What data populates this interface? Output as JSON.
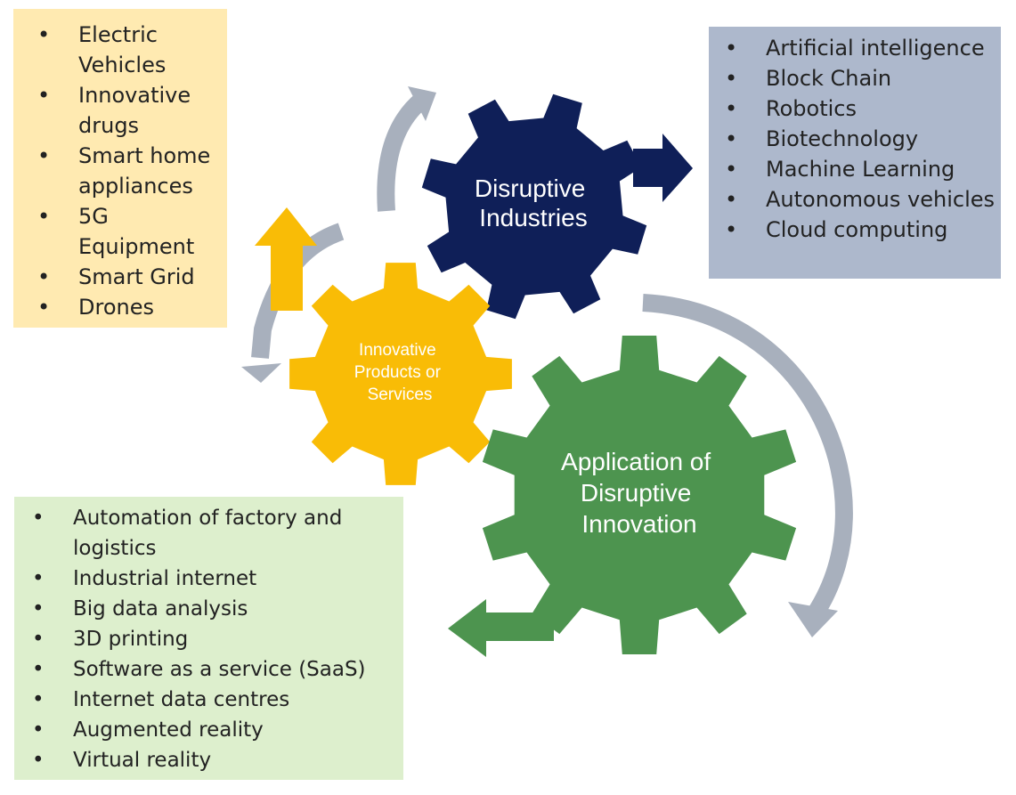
{
  "colors": {
    "products_box": "#ffeab1",
    "tech_box": "#adb8cc",
    "apps_box": "#ddefcd",
    "gear_disruptive": "#0f1f58",
    "gear_innovative": "#f9bc06",
    "gear_application": "#4d944f",
    "cycle_arrow": "#a8b0bd"
  },
  "gears": {
    "disruptive": {
      "lines": [
        "Disruptive",
        "Industries"
      ]
    },
    "innovative": {
      "lines": [
        "Innovative",
        "Products or",
        "Services"
      ]
    },
    "application": {
      "lines": [
        "Application of",
        "Disruptive",
        "Innovation"
      ]
    }
  },
  "boxes": {
    "products": {
      "items": [
        "Electric Vehicles",
        "Innovative drugs",
        "Smart home appliances",
        "5G Equipment",
        "Smart Grid",
        "Drones"
      ]
    },
    "tech": {
      "items": [
        "Artificial intelligence",
        "Block Chain",
        "Robotics",
        "Biotechnology",
        "Machine Learning",
        "Autonomous vehicles",
        "Cloud computing"
      ]
    },
    "apps": {
      "items": [
        "Automation of factory and logistics",
        "Industrial internet",
        "Big data analysis",
        "3D printing",
        "Software as a service (SaaS)",
        "Internet data centres",
        "Augmented reality",
        "Virtual reality"
      ]
    }
  }
}
